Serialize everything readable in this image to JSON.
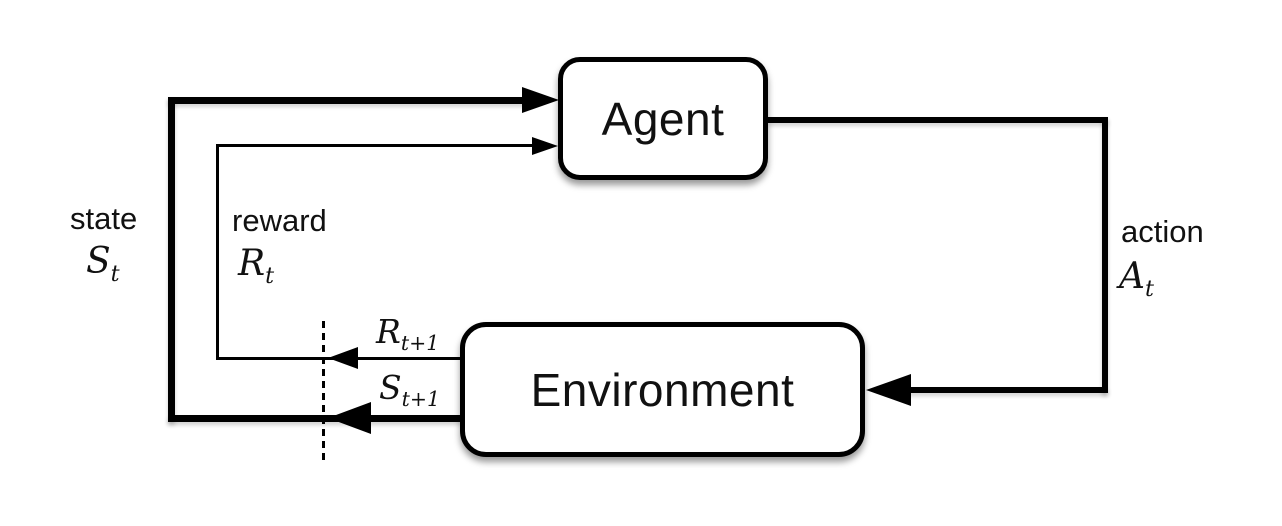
{
  "diagram": {
    "name": "agent-environment-interaction-loop",
    "nodes": {
      "agent": {
        "label": "Agent"
      },
      "environment": {
        "label": "Environment"
      }
    },
    "edges": {
      "state": {
        "word": "state",
        "symbol": "S",
        "sub": "t"
      },
      "reward": {
        "word": "reward",
        "symbol": "R",
        "sub": "t"
      },
      "action": {
        "word": "action",
        "symbol": "A",
        "sub": "t"
      },
      "next_reward": {
        "symbol": "R",
        "sub": "t+1"
      },
      "next_state": {
        "symbol": "S",
        "sub": "t+1"
      }
    },
    "colors": {
      "ink": "#000000",
      "background": "#ffffff",
      "box_fill": "#ffffff"
    }
  }
}
